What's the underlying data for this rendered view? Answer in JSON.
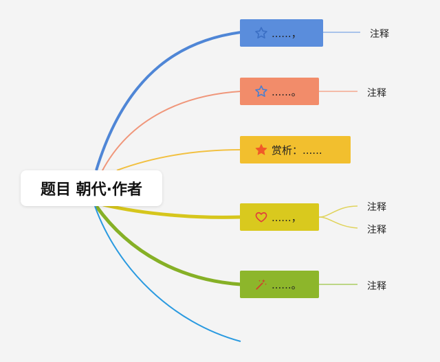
{
  "root": {
    "title": "题目 朝代·作者"
  },
  "branches": [
    {
      "color": "#5a8ddc",
      "line_color": "#4f86d6",
      "label": "......，",
      "icon": "star-outline-icon",
      "icon_color": "#3b6fc4",
      "notes": [
        "注释"
      ]
    },
    {
      "color": "#f28c6a",
      "line_color": "#f0967a",
      "label": "......。",
      "icon": "star-outline-icon",
      "icon_color": "#4a7fd0",
      "notes": [
        "注释"
      ]
    },
    {
      "color": "#f2bf2e",
      "line_color": "#f2c040",
      "label": "赏析：......",
      "icon": "star-filled-icon",
      "icon_color": "#f05a28",
      "notes": []
    },
    {
      "color": "#d9c91e",
      "line_color": "#d6c61c",
      "label": "......，",
      "icon": "heart-outline-icon",
      "icon_color": "#e03c3c",
      "notes": [
        "注释",
        "注释"
      ]
    },
    {
      "color": "#8db62b",
      "line_color": "#86b026",
      "label": "......。",
      "icon": "magic-wand-icon",
      "icon_color": "#d0452b",
      "notes": [
        "注释"
      ]
    }
  ],
  "extra_line_color": "#2a9ae0"
}
